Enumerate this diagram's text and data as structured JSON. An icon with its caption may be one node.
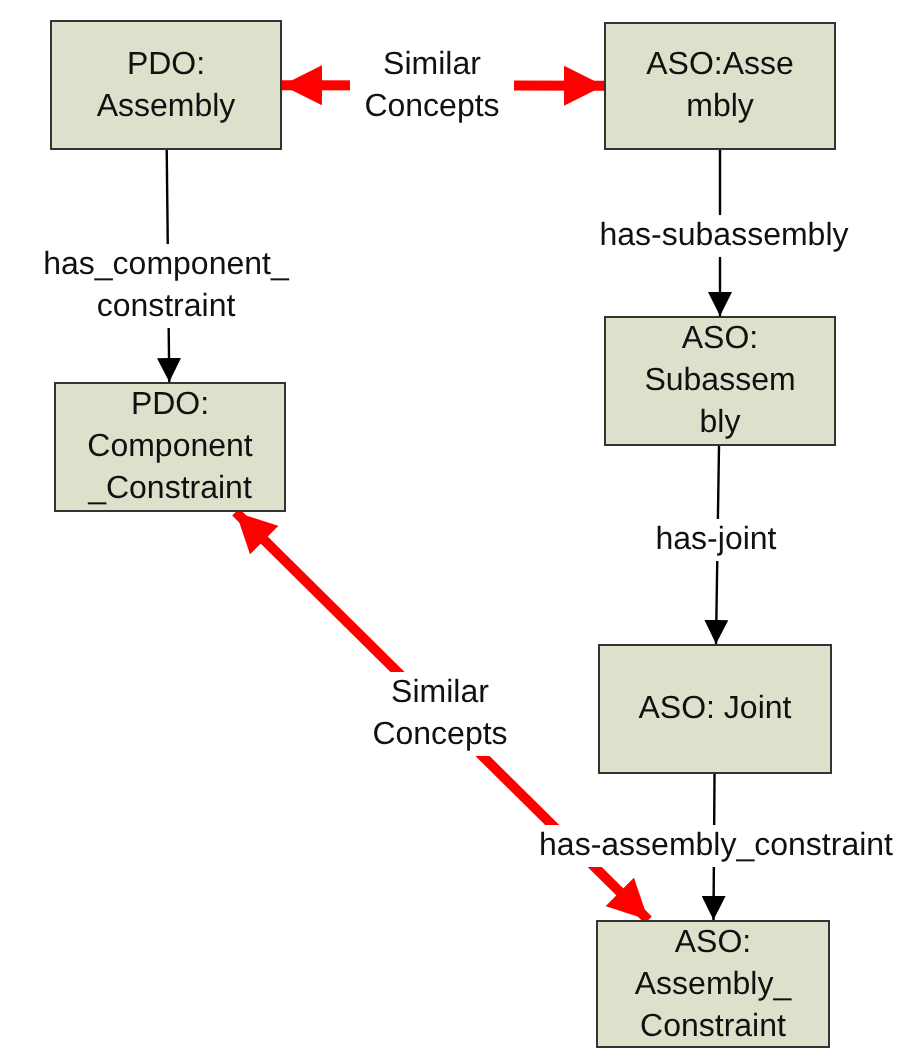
{
  "diagram": {
    "nodes": [
      {
        "text": [
          "PDO: Assembly"
        ]
      },
      {
        "text": [
          "ASO:Asse mbly"
        ]
      },
      {
        "text": [
          "ASO: Subassem bly"
        ]
      },
      {
        "text": [
          "PDO: Component _Constraint"
        ]
      },
      {
        "text": [
          "ASO: Joint"
        ]
      },
      {
        "text": [
          "ASO: Assembly_ Constraint"
        ]
      }
    ],
    "edges": [
      {
        "from": 0,
        "to": 1,
        "arrow": "both",
        "label": "Similar Concepts",
        "style": "thick",
        "color": "#ff0000"
      },
      {
        "from": 0,
        "to": 3,
        "arrow": "to",
        "label": "has_component_ constraint"
      },
      {
        "from": 1,
        "to": 2,
        "arrow": "to",
        "label": "has-subassembly"
      },
      {
        "from": 2,
        "to": 4,
        "arrow": "to",
        "label": "has-joint"
      },
      {
        "from": 4,
        "to": 5,
        "arrow": "to",
        "label": "has-assembly_constraint"
      },
      {
        "from": 3,
        "to": 5,
        "arrow": "both",
        "label": "Similar Concepts",
        "style": "thick",
        "color": "#ff0000"
      }
    ]
  }
}
